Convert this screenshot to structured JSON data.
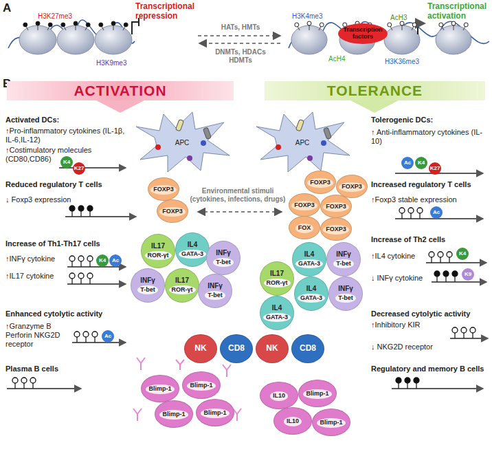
{
  "diagram": {
    "nodes": [
      {
        "text": [
          "Transcription factors"
        ]
      },
      {
        "text": [
          "ACTIVATION"
        ]
      },
      {
        "text": [
          "TOLERANCE"
        ]
      },
      {
        "text": [
          "APC"
        ]
      },
      {
        "text": [
          "K4"
        ]
      },
      {
        "text": [
          "K27"
        ]
      },
      {
        "text": [
          "APC"
        ]
      },
      {
        "text": [
          "Ac"
        ]
      },
      {
        "text": [
          "K4"
        ]
      },
      {
        "text": [
          "K27"
        ]
      },
      {
        "text": [
          "FOXP3"
        ]
      },
      {
        "text": [
          "FOXP3"
        ]
      },
      {
        "text": [
          "FOXP3"
        ]
      },
      {
        "text": [
          "FOXP3"
        ]
      },
      {
        "text": [
          "FOXP3"
        ]
      },
      {
        "text": [
          "FOXP3"
        ]
      },
      {
        "text": [
          "FOX"
        ]
      },
      {
        "text": [
          "FOXP3"
        ]
      },
      {
        "text": [
          "Ac"
        ]
      },
      {
        "text": [
          "K4"
        ]
      },
      {
        "text": [
          "Ac"
        ]
      },
      {
        "text": [
          "IL17",
          "ROR-γt"
        ]
      },
      {
        "text": [
          "IL4",
          "GATA-3"
        ]
      },
      {
        "text": [
          "INFγ",
          "T-bet"
        ]
      },
      {
        "text": [
          "INFγ",
          "T-bet"
        ]
      },
      {
        "text": [
          "IL17",
          "ROR-γt"
        ]
      },
      {
        "text": [
          "INFγ",
          "T-bet"
        ]
      },
      {
        "text": [
          "IL4",
          "GATA-3"
        ]
      },
      {
        "text": [
          "INFγ",
          "T-bet"
        ]
      },
      {
        "text": [
          "IL17",
          "ROR-γt"
        ]
      },
      {
        "text": [
          "IL4",
          "GATA-3"
        ]
      },
      {
        "text": [
          "INFγ",
          "T-bet"
        ]
      },
      {
        "text": [
          "IL4",
          "GATA-3"
        ]
      },
      {
        "text": [
          "K4"
        ]
      },
      {
        "text": [
          "K9"
        ]
      },
      {
        "text": [
          "Ac"
        ]
      },
      {
        "text": [
          "NK"
        ]
      },
      {
        "text": [
          "CD8"
        ]
      },
      {
        "text": [
          "NK"
        ]
      },
      {
        "text": [
          "CD8"
        ]
      },
      {
        "text": [
          "Blimp-1"
        ]
      },
      {
        "text": [
          "Blimp-1"
        ]
      },
      {
        "text": [
          "Blimp-1"
        ]
      },
      {
        "text": [
          "Blimp-1"
        ]
      },
      {
        "text": [
          "IL10"
        ]
      },
      {
        "text": [
          "Blimp-1"
        ]
      },
      {
        "text": [
          "IL10"
        ]
      },
      {
        "text": [
          "Blimp-1"
        ]
      }
    ],
    "labels": [
      "A",
      "Transcriptional repression",
      "H3K27me3",
      "H3K9me3",
      "HATs, HMTs",
      "DNMTs, HDACs HDMTs",
      "Transcriptional activation",
      "H3K4me3",
      "AcH3",
      "AcH4",
      "H3K36me3",
      "B",
      "Activated DCs:",
      "↑Pro-inflammatory cytokines (IL-1β, IL-6,IL-12)",
      "↑Costimulatory molecules (CD80,CD86)",
      "Tolerogenic DCs:",
      "↑ Anti-inflammatory cytokines (IL-10)",
      "Reduced regulatory T cells",
      "↓ Foxp3 expression",
      "Environmental stimuli (cytokines, infections, drugs)",
      "Increased regulatory T cells",
      "↑Foxp3 stable expression",
      "Increase of Th1-Th17 cells",
      "↑INFγ cytokine",
      "↑IL17 cytokine",
      "Increase of Th2 cells",
      "↑IL4 cytokine",
      "↓ INFγ cytokine",
      "Enhanced cytolytic activity",
      "↑Granzyme B Perforin NKG2D receptor",
      "Decreased cytolytic activity",
      "↑Inhibitory KIR",
      "↓ NKG2D receptor",
      "Plasma B cells",
      "Regulatory and memory B cells"
    ]
  }
}
